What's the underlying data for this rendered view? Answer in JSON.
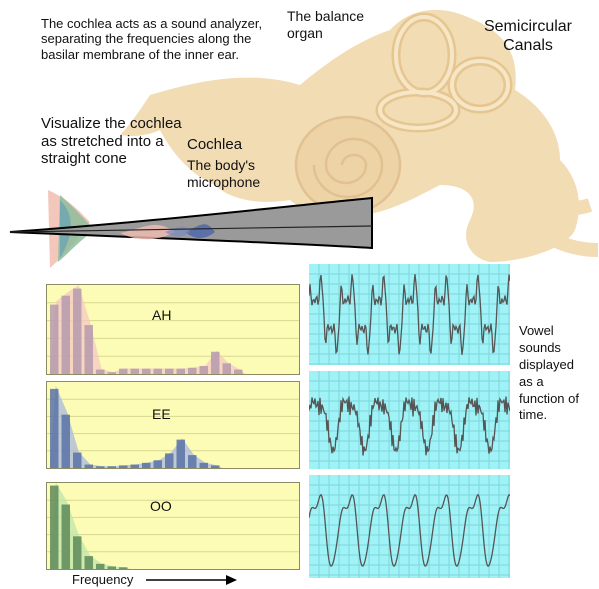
{
  "texts": {
    "intro": "The cochlea acts as a sound analyzer, separating the frequencies along the basilar membrane of the inner ear.",
    "balance": "The balance organ",
    "canals": "Semicircular Canals",
    "visualize": "Visualize the cochlea as stretched into a straight cone",
    "cochlea": "Cochlea",
    "microphone": "The body's microphone",
    "vowel_caption": "Vowel sounds displayed as a function of time.",
    "frequency": "Frequency"
  },
  "colors": {
    "spectrum_bg": "#fcfcb6",
    "waveform_bg": "#9ff3f6",
    "ear": "#f1d9ae",
    "ah": "#b59aae",
    "ee": "#5a72a6",
    "oo": "#5e8a5a"
  },
  "spectra": [
    {
      "label": "AH",
      "bars": [
        0.78,
        0.88,
        0.96,
        0.55,
        0.05,
        0.02,
        0.06,
        0.06,
        0.06,
        0.06,
        0.06,
        0.06,
        0.07,
        0.09,
        0.25,
        0.12,
        0.05
      ]
    },
    {
      "label": "EE",
      "bars": [
        0.92,
        0.62,
        0.18,
        0.04,
        0.02,
        0.02,
        0.03,
        0.04,
        0.06,
        0.09,
        0.17,
        0.33,
        0.15,
        0.06,
        0.03
      ]
    },
    {
      "label": "OO",
      "bars": [
        0.97,
        0.75,
        0.38,
        0.15,
        0.06,
        0.03,
        0.02
      ]
    }
  ]
}
